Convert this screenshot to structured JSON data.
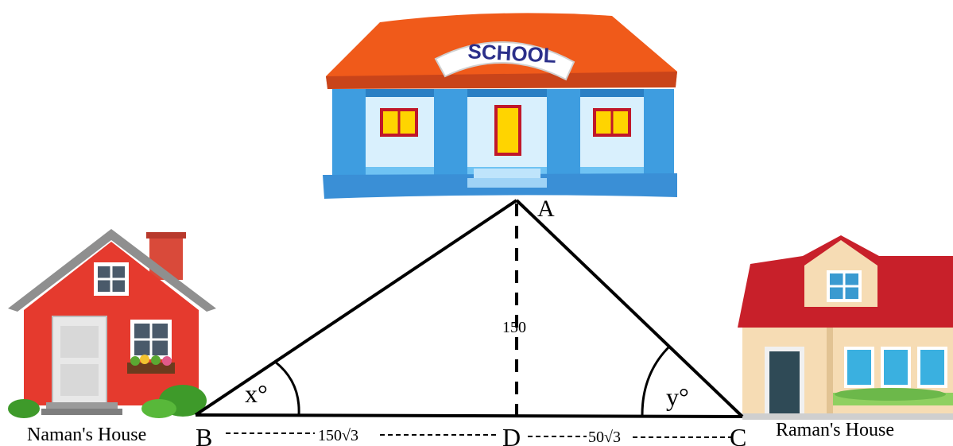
{
  "school": {
    "sign": "SCHOOL"
  },
  "points": {
    "A": "A",
    "B": "B",
    "C": "C",
    "D": "D"
  },
  "angles": {
    "x": "x°",
    "y": "y°"
  },
  "measures": {
    "AD": "150",
    "BD": "150√3",
    "DC": "50√3"
  },
  "labels": {
    "naman": "Naman's House",
    "raman": "Raman's House"
  },
  "colors": {
    "roof_orange": "#f05a1a",
    "school_blue": "#4aa8e8",
    "naman_red": "#e53a2e",
    "raman_roof": "#c8202a",
    "raman_wall": "#f6dcb4",
    "line": "#000000"
  }
}
